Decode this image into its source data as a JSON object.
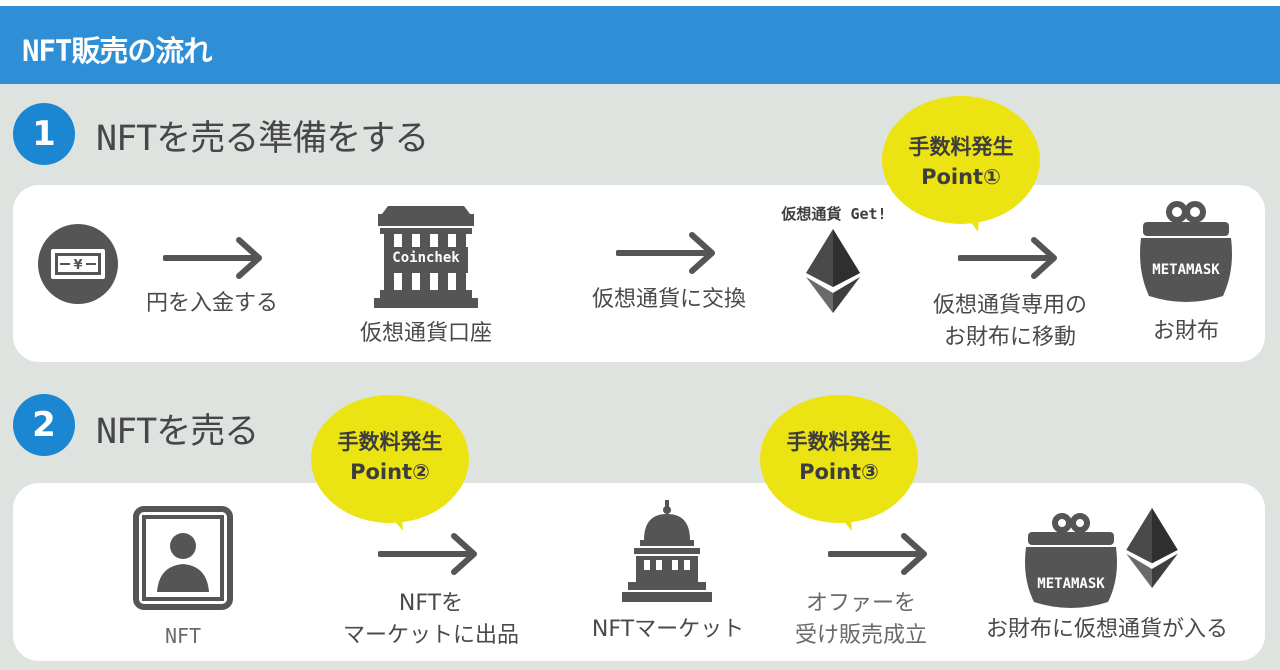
{
  "header": {
    "title": "NFT販売の流れ"
  },
  "section1": {
    "number": "1",
    "title": "NFTを売る準備をする",
    "deposit_label": "円を入金する",
    "exchange_name": "Coinchek",
    "exchange_label": "仮想通貨口座",
    "swap_label": "仮想通貨に交換",
    "crypto_get": "仮想通貨 Get!",
    "move_label_line1": "仮想通貨専用の",
    "move_label_line2": "お財布に移動",
    "wallet_name": "METAMASK",
    "wallet_label": "お財布",
    "fee_bubble": {
      "line1": "手数料発生",
      "line2": "Point①"
    }
  },
  "section2": {
    "number": "2",
    "title": "NFTを売る",
    "nft_label": "NFT",
    "list_label_line1": "NFTを",
    "list_label_line2": "マーケットに出品",
    "market_label": "NFTマーケット",
    "offer_label_line1": "オファーを",
    "offer_label_line2": "受け販売成立",
    "wallet_name": "METAMASK",
    "result_label": "お財布に仮想通貨が入る",
    "fee_bubble_2": {
      "line1": "手数料発生",
      "line2": "Point②"
    },
    "fee_bubble_3": {
      "line1": "手数料発生",
      "line2": "Point③"
    }
  },
  "colors": {
    "header": "#2e8fd6",
    "step_circle": "#1b86d2",
    "bubble": "#ece312",
    "icon": "#555555",
    "background": "#dfe3df"
  }
}
